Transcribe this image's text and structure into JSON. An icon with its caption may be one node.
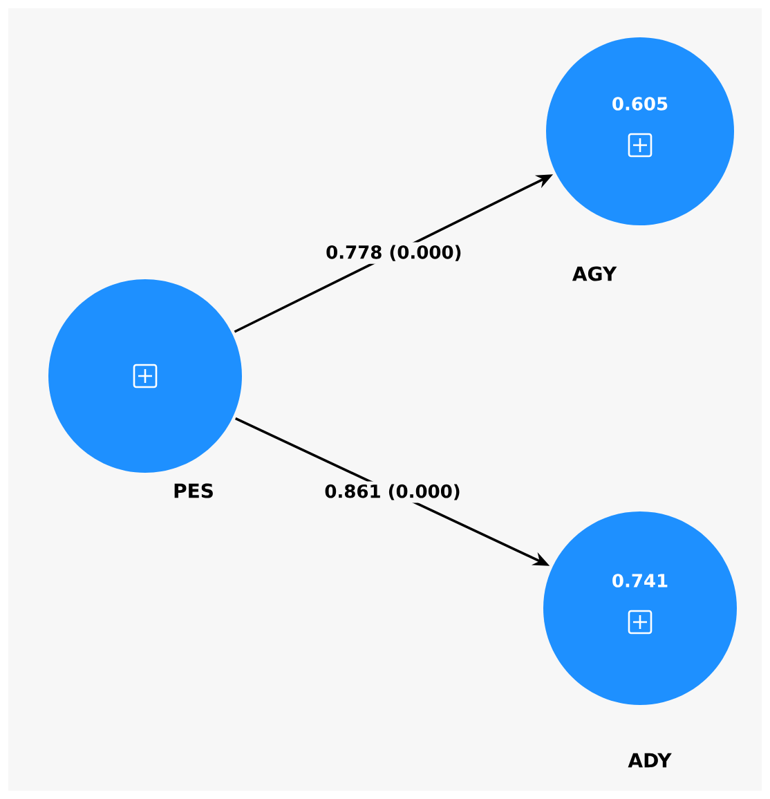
{
  "diagram": {
    "nodes": [
      {
        "text": [
          "PES"
        ]
      },
      {
        "text": [
          "0.605",
          "AGY"
        ]
      },
      {
        "text": [
          "0.741",
          "ADY"
        ]
      }
    ],
    "edges": [
      {
        "from": 0,
        "to": 1,
        "arrow": "to",
        "label": "0.778 (0.000)"
      },
      {
        "from": 0,
        "to": 2,
        "arrow": "to",
        "label": "0.861 (0.000)"
      }
    ]
  }
}
